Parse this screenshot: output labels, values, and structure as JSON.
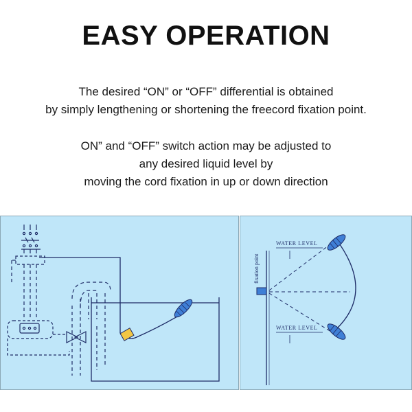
{
  "heading": "EASY OPERATION",
  "paragraph1": {
    "line1": "The desired “ON” or “OFF” differential is obtained",
    "line2": "by simply lengthening or shortening  the freecord fixation point."
  },
  "paragraph2": {
    "line1": "ON” and “OFF” switch action may be adjusted to",
    "line2": "any desired liquid level by",
    "line3": "moving the cord fixation in up or down direction"
  },
  "diagram_right": {
    "water_level_top": "WATER LEVEL",
    "water_level_bottom": "WATER LEVEL",
    "pivot_label": "fixation point"
  },
  "colors": {
    "panel_bg": "#bfe6f9",
    "line": "#1d2b66",
    "float_switch": "#3f7fd6",
    "weight": "#f2c744"
  }
}
